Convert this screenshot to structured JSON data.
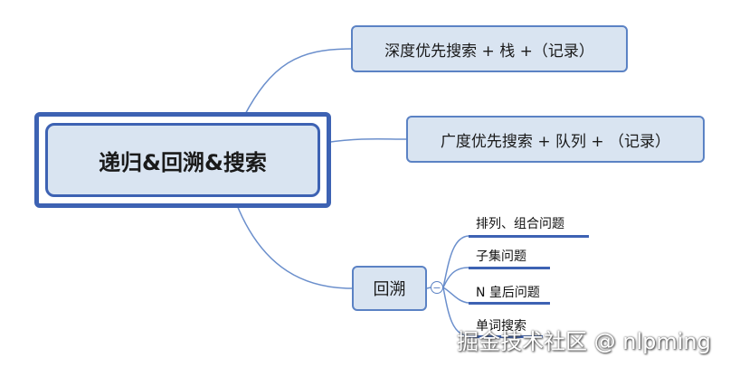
{
  "root": {
    "label": "递归&回溯&搜索"
  },
  "branches": [
    {
      "label": "深度优先搜索 + 栈 +（记录）"
    },
    {
      "label": "广度优先搜索 + 队列 + （记录）"
    },
    {
      "label": "回溯"
    }
  ],
  "backtracking_children": [
    {
      "label": "排列、组合问题"
    },
    {
      "label": "子集问题"
    },
    {
      "label": "N 皇后问题"
    },
    {
      "label": "单词搜索"
    }
  ],
  "collapse_symbol": "−",
  "watermark": "掘金技术社区 @ nlpming",
  "colors": {
    "node_fill": "#d9e4f1",
    "node_border": "#5b82c4",
    "root_border": "#3d62b3",
    "connector": "#6b8fcc"
  }
}
